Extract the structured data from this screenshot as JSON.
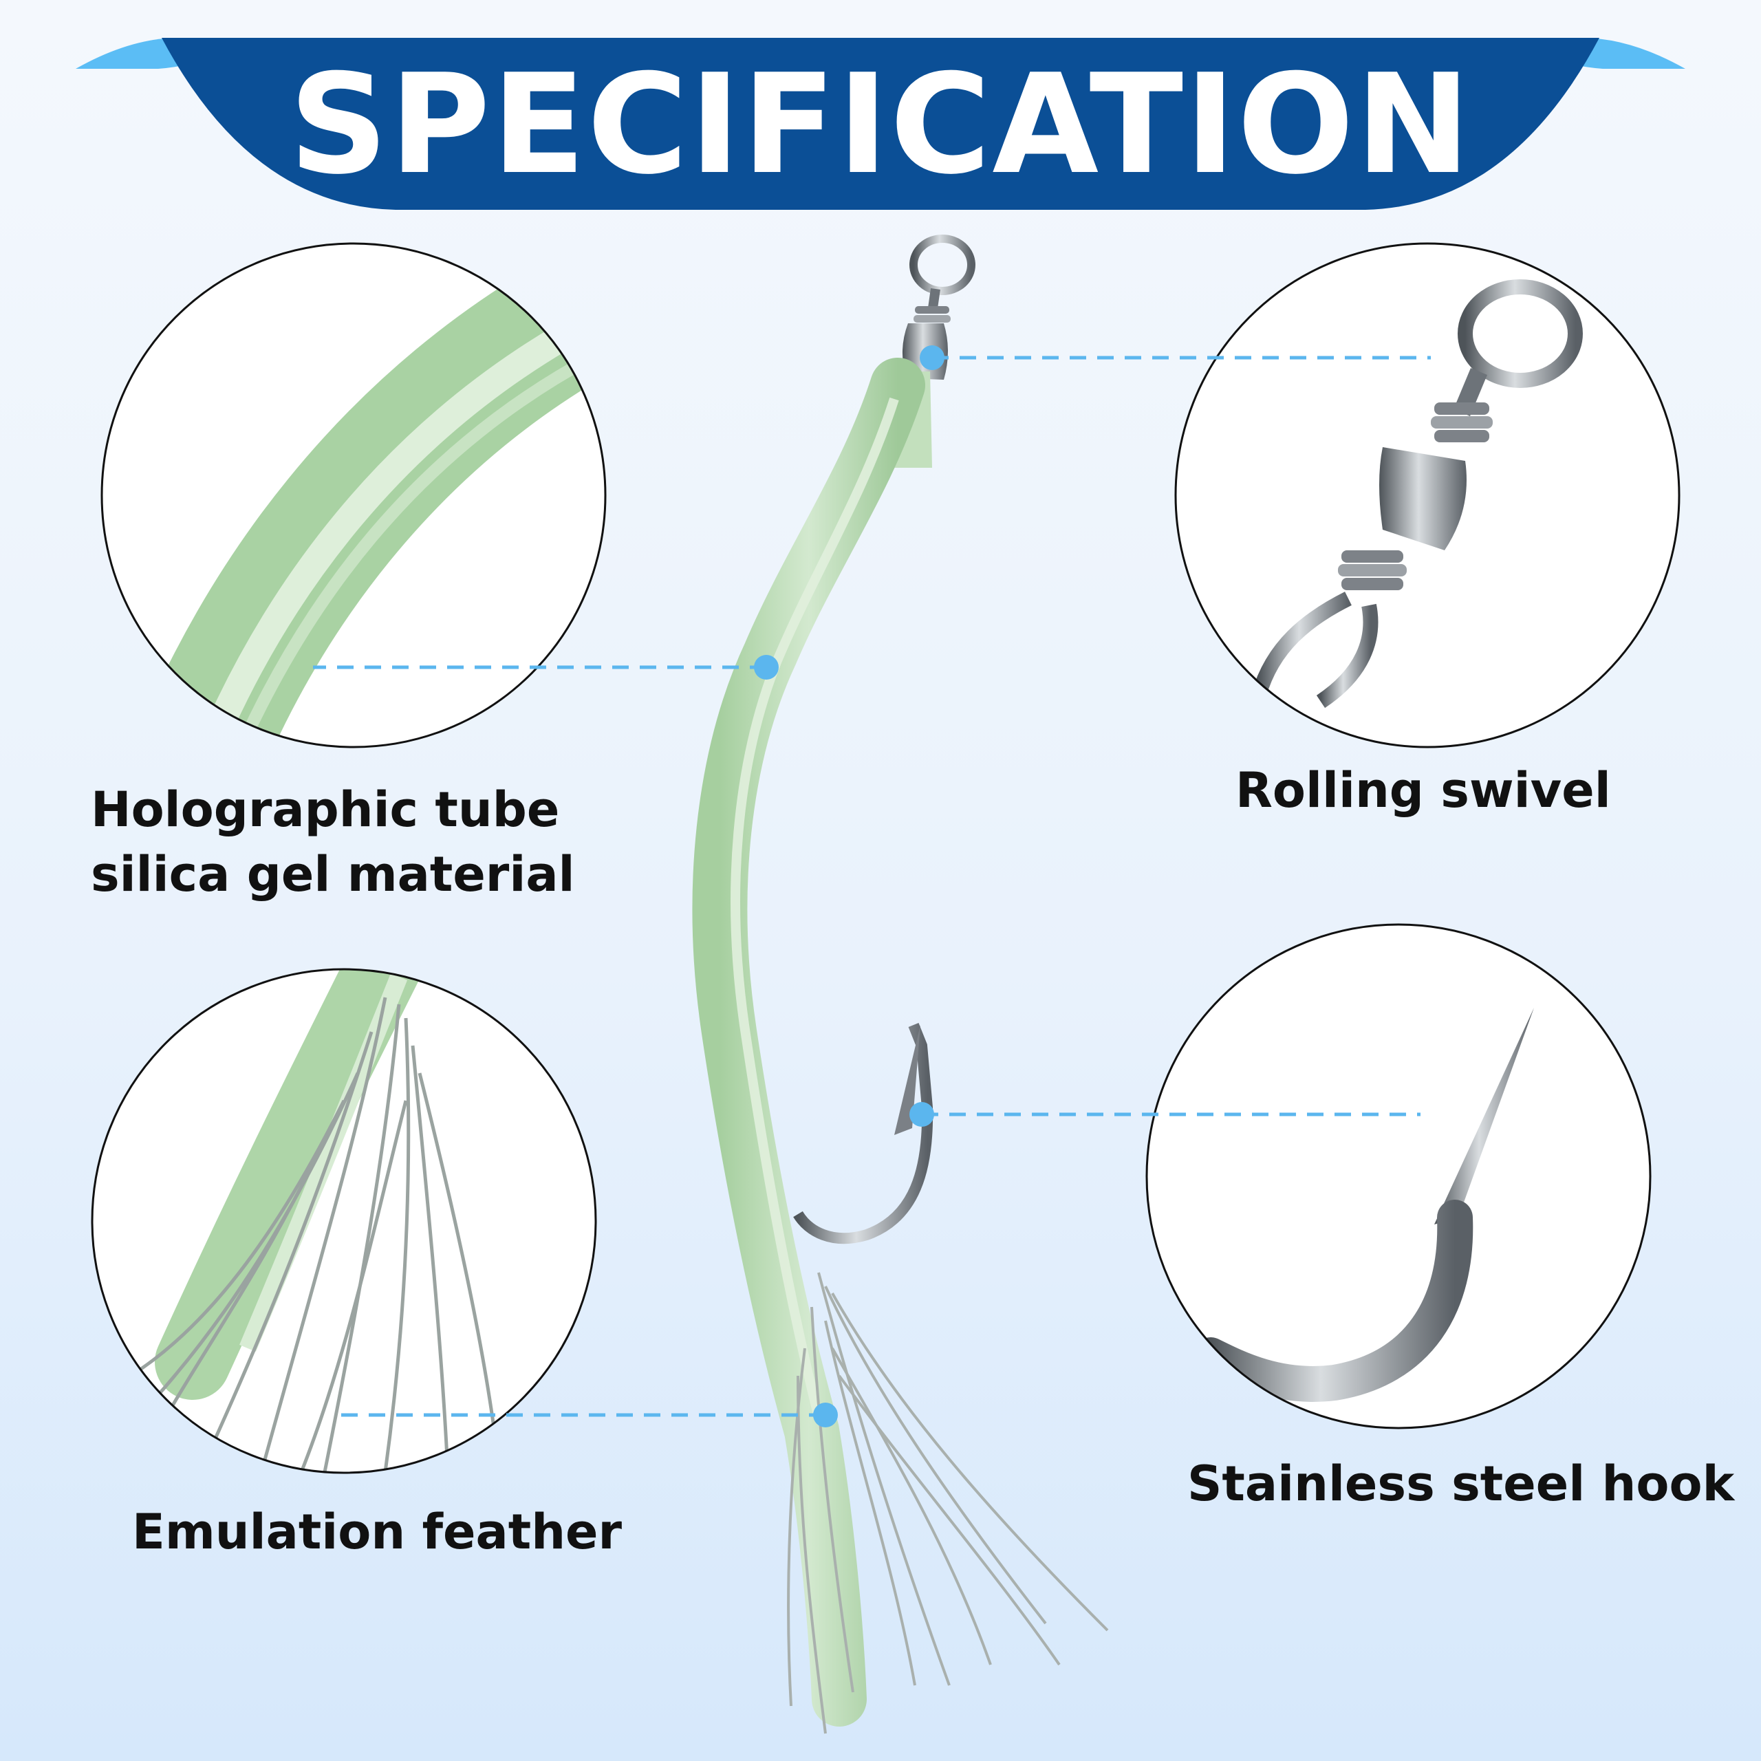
{
  "title": "SPECIFICATION",
  "colors": {
    "banner": "#0b4f96",
    "banner_wing": "#5bbdf5",
    "callout": "#5bb6ee",
    "tube": "#b3d8ad",
    "metal": "#8a8f95",
    "label_text": "#111111"
  },
  "labels": {
    "tube_line1": "Holographic tube",
    "tube_line2": "silica gel material",
    "feather": "Emulation feather",
    "swivel": "Rolling swivel",
    "hook": "Stainless steel hook"
  }
}
